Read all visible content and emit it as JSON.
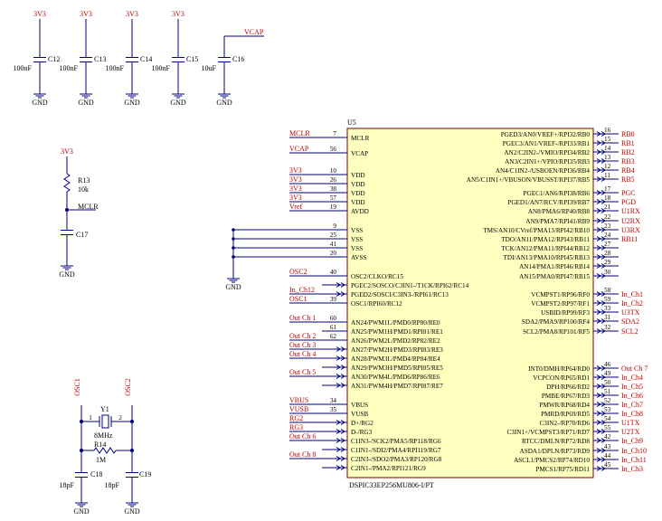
{
  "supply_caps": [
    {
      "ref": "C12",
      "value": "100nF",
      "net": "3V3"
    },
    {
      "ref": "C13",
      "value": "100nF",
      "net": "3V3"
    },
    {
      "ref": "C14",
      "value": "100nF",
      "net": "3V3"
    },
    {
      "ref": "C15",
      "value": "100nF",
      "net": "3V3"
    },
    {
      "ref": "C16",
      "value": "10uF",
      "net": "VCAP"
    }
  ],
  "gnd_label": "GND",
  "reset": {
    "net": "3V3",
    "resistor": "R13",
    "value": "10k",
    "mclr": "MCLR",
    "cap": "C17"
  },
  "osc": {
    "osc1": "OSC1",
    "osc2": "OSC2",
    "crystal": "Y1",
    "freq": "8MHz",
    "pin1": "1",
    "pin2": "2",
    "resistor": "R14",
    "rvalue": "1M",
    "c1": "C18",
    "c1v": "18pF",
    "c2": "C19",
    "c2v": "18pF"
  },
  "chip": {
    "ref": "U5",
    "part": "DSPIC33EP256MU806-I/PT"
  },
  "left_pins": [
    {
      "net": "MCLR",
      "num": "7",
      "name": "MCLR"
    },
    {
      "net": "VCAP",
      "num": "56",
      "name": "VCAP"
    },
    {
      "net": "3V3",
      "num": "10",
      "name": "VDD"
    },
    {
      "net": "3V3",
      "num": "26",
      "name": "VDD"
    },
    {
      "net": "3V3",
      "num": "38",
      "name": "VDD"
    },
    {
      "net": "3V3",
      "num": "57",
      "name": "VDD"
    },
    {
      "net": "Vref",
      "num": "19",
      "name": "AVDD"
    },
    {
      "net": "",
      "num": "9",
      "name": "VSS"
    },
    {
      "net": "",
      "num": "25",
      "name": "VSS"
    },
    {
      "net": "",
      "num": "41",
      "name": "VSS"
    },
    {
      "net": "",
      "num": "20",
      "name": "AVSS"
    },
    {
      "net": "OSC2",
      "num": "40",
      "name": "OSC2/CLKO/RC15"
    },
    {
      "net": "",
      "num": "",
      "name": "PGEC2/SOSCO/C3IN1-/T1CK/RPI62/RC14"
    },
    {
      "net": "In_Ch12",
      "num": "",
      "name": "PGED2/SOSCI/C3IN3-/RPI61/RC13"
    },
    {
      "net": "OSC1",
      "num": "39",
      "name": "OSC1/RPI60/RC12"
    },
    {
      "net": "Out Ch 1",
      "num": "60",
      "name": "AN24/PWM1L/PMD0/RP80/RE0"
    },
    {
      "net": "",
      "num": "61",
      "name": "AN25/PWM1H/PMD1/RPI81/RE1"
    },
    {
      "net": "Out Ch 2",
      "num": "62",
      "name": "AN26/PWM2L/PMD2/RP82/RE2"
    },
    {
      "net": "Out Ch 3",
      "num": "",
      "name": "AN27/PWM2H/PMD3/RPI83/RE3"
    },
    {
      "net": "Out Ch 4",
      "num": "",
      "name": "AN28/PWM3L/PMD4/RP84/RE4"
    },
    {
      "net": "",
      "num": "",
      "name": "AN29/PWM3H/PMD5/RPI85/RE5"
    },
    {
      "net": "Out Ch 5",
      "num": "",
      "name": "AN30/PWM4L/PMD6/RP86/RE6"
    },
    {
      "net": "",
      "num": "",
      "name": "AN31/PWM4H/PMD7/RPI87/RE7"
    },
    {
      "net": "VBUS",
      "num": "34",
      "name": "VBUS"
    },
    {
      "net": "VUSB",
      "num": "35",
      "name": "VUSB"
    },
    {
      "net": "RG2",
      "num": "",
      "name": "D+/RG2"
    },
    {
      "net": "RG3",
      "num": "",
      "name": "D-/RG3"
    },
    {
      "net": "Out Ch 6",
      "num": "",
      "name": "C1IN3-/SCK2/PMA5/RP118/RG6"
    },
    {
      "net": "",
      "num": "",
      "name": "C1IN1-/SDI2/PMA4/RPI119/RG7"
    },
    {
      "net": "Out Ch 8",
      "num": "",
      "name": "C2IN3-/SDO2/PMA3/RP120/RG8"
    },
    {
      "net": "",
      "num": "",
      "name": "C2IN1-/PMA2/RPI121/RG9"
    }
  ],
  "right_pins": [
    {
      "name": "PGED3/AN0/VREF+/RPI32/RB0",
      "num": "16",
      "net": "RB0"
    },
    {
      "name": "PGEC3/AN1/VREF-/RPI33/RB1",
      "num": "15",
      "net": "RB1"
    },
    {
      "name": "AN2/C2IN2-/VMIO/RPI34/RB2",
      "num": "14",
      "net": "RB2"
    },
    {
      "name": "AN3/C2IN1+/VPIO/RPI35/RB3",
      "num": "13",
      "net": "RB3"
    },
    {
      "name": "AN4/C1IN2-/USBOEN/RPI36/RB4",
      "num": "12",
      "net": "RB4"
    },
    {
      "name": "AN5/C1IN1+/VBUSON/VBUSST/RPI37/RB5",
      "num": "11",
      "net": "RB5"
    },
    {
      "name": "PGEC1/AN6/RPI38/RB6",
      "num": "17",
      "net": "PGC"
    },
    {
      "name": "PGED1/AN7/RCV/RPI39/RB7",
      "num": "18",
      "net": "PGD"
    },
    {
      "name": "AN8/PMA6/RP40/RB8",
      "num": "21",
      "net": "U1RX"
    },
    {
      "name": "AN9/PMA7/RPI41/RB9",
      "num": "22",
      "net": "U2RX"
    },
    {
      "name": "TMS/AN10/CVref/PMA13/RPI42/RB10",
      "num": "23",
      "net": "U3RX"
    },
    {
      "name": "TDO/AN11/PMA12/RPI43/RB11",
      "num": "24",
      "net": "RB11"
    },
    {
      "name": "TCK/AN12/PMA11/RPI44/RB12",
      "num": "27",
      "net": ""
    },
    {
      "name": "TDI/AN13/PMA10/RPI45/RB13",
      "num": "28",
      "net": ""
    },
    {
      "name": "AN14/PMA1/RPI46/RB14",
      "num": "29",
      "net": ""
    },
    {
      "name": "AN15/PMA0/RPI47/RB15",
      "num": "30",
      "net": ""
    },
    {
      "name": "VCMPST1/RP96/RF0",
      "num": "58",
      "net": "In_Ch1"
    },
    {
      "name": "VCMPST2/RP97/RF1",
      "num": "59",
      "net": "In_Ch2"
    },
    {
      "name": "USBID/RP99/RF3",
      "num": "33",
      "net": "U3TX"
    },
    {
      "name": "SDA2/PMA9/RP100/RF4",
      "num": "31",
      "net": "SDA2"
    },
    {
      "name": "SCL2/PMA8/RP101/RF5",
      "num": "32",
      "net": "SCL2"
    },
    {
      "name": "INT0/DMH/RP64/RD0",
      "num": "46",
      "net": "Out Ch 7"
    },
    {
      "name": "VCPCON/RP65/RD1",
      "num": "49",
      "net": "In_Ch4"
    },
    {
      "name": "DPH/RP66/RD2",
      "num": "50",
      "net": "In_Ch5"
    },
    {
      "name": "PMBE/RP67/RD3",
      "num": "51",
      "net": "In_Ch6"
    },
    {
      "name": "PMWR/RP68/RD4",
      "num": "52",
      "net": "In_Ch7"
    },
    {
      "name": "PMRD/RP69/RD5",
      "num": "53",
      "net": "In_Ch8"
    },
    {
      "name": "C3IN2-/RP70/RD6",
      "num": "54",
      "net": "U1TX"
    },
    {
      "name": "C3IN1+/VCMPST3/RP71/RD7",
      "num": "55",
      "net": "U2TX"
    },
    {
      "name": "RTCC/DMLN/RP72/RD8",
      "num": "42",
      "net": "In_Ch9"
    },
    {
      "name": "ASDA1/DPLN/RP73/RD9",
      "num": "43",
      "net": "In_Ch10"
    },
    {
      "name": "ASCL1/PMCS2/RP74/RD10",
      "num": "44",
      "net": "In_Ch11"
    },
    {
      "name": "PMCS1/RP75/RD11",
      "num": "45",
      "net": "In_Ch3"
    }
  ]
}
